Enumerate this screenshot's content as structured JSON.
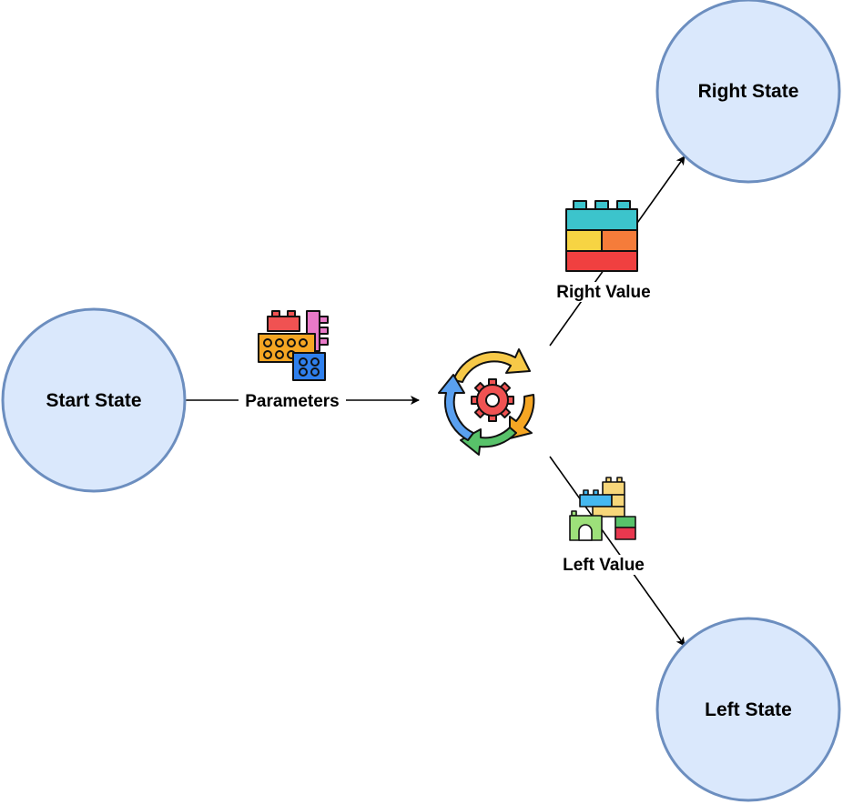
{
  "nodes": {
    "start": {
      "label": "Start State"
    },
    "right": {
      "label": "Right State"
    },
    "left": {
      "label": "Left State"
    }
  },
  "edges": {
    "parameters": {
      "label": "Parameters"
    },
    "right_value": {
      "label": "Right Value"
    },
    "left_value": {
      "label": "Left Value"
    }
  },
  "icons": {
    "parameters": "building-blocks-icon",
    "process": "cycle-gear-icon",
    "right_value": "stacked-bricks-icon",
    "left_value": "brick-castle-icon"
  },
  "colors": {
    "node_fill": "#dae8fc",
    "node_stroke": "#6c8ebf",
    "edge": "#000000"
  }
}
